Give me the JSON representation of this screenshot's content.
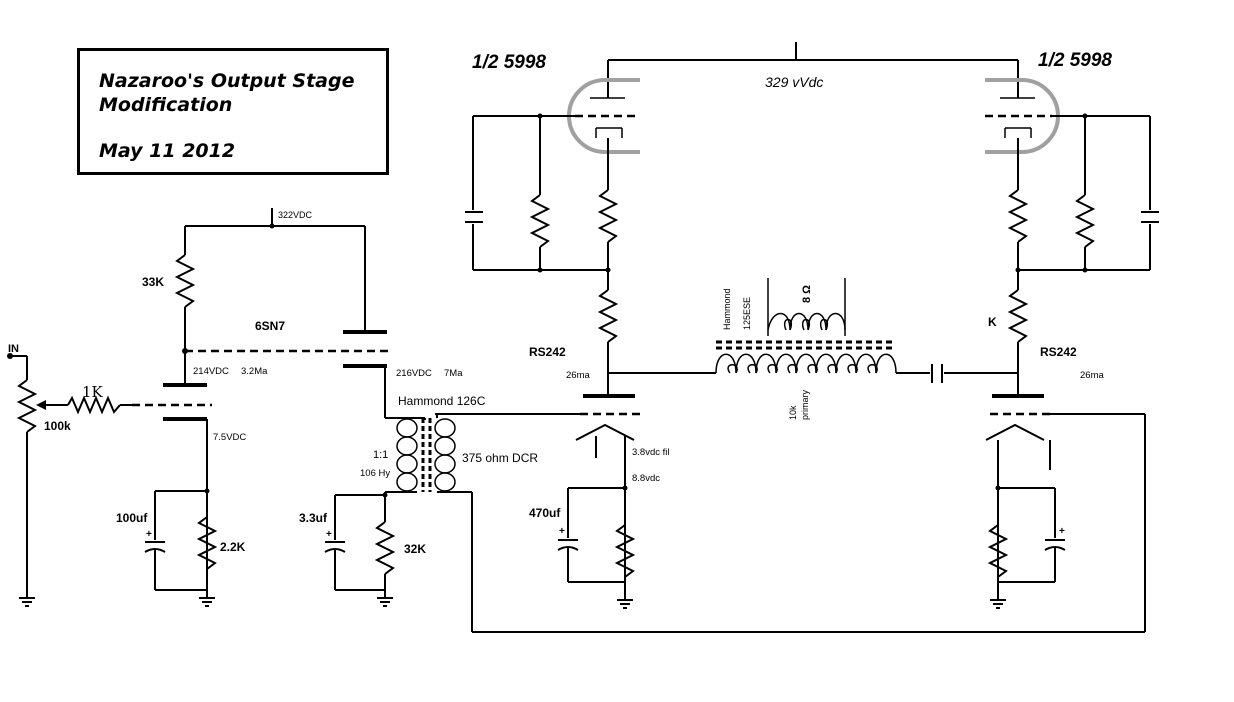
{
  "title": {
    "line1": "Nazaroo's Output Stage",
    "line2": "Modification",
    "date": "May 11 2012"
  },
  "labels": {
    "tube_left": "1/2 5998",
    "tube_right": "1/2 5998",
    "supply_main": "329 vVdc",
    "supply_driver": "322VDC",
    "driver_tube": "6SN7",
    "input": "IN",
    "r_input_series": "1K",
    "r_input_pot": "100k",
    "r_plate_load": "33K",
    "v_node_a": "214VDC",
    "i_node_a": "3.2Ma",
    "v_node_b": "216VDC",
    "i_node_b": "7Ma",
    "v_cathode_driver": "7.5VDC",
    "c_cathode_driver": "100uf",
    "r_cathode_driver": "2.2K",
    "xfmr_interstage": "Hammond 126C",
    "xfmr_ratio": "1:1",
    "xfmr_inductance": "106 Hy",
    "xfmr_dcr": "375 ohm DCR",
    "c_bias": "3.3uf",
    "r_bias": "32K",
    "tube_reg_left": "RS242",
    "tube_reg_right": "RS242",
    "i_left": "26ma",
    "i_right": "26ma",
    "filament": "3.8vdc fil",
    "v_cathode_out": "8.8vdc",
    "c_cathode_out": "470uf",
    "xfmr_output_name": "Hammond",
    "xfmr_output_model": "125ESE",
    "speaker_ohms": "8 Ω",
    "primary_line1": "10k",
    "primary_line2": "primary",
    "r_k": "K",
    "cap_plus": "+"
  }
}
